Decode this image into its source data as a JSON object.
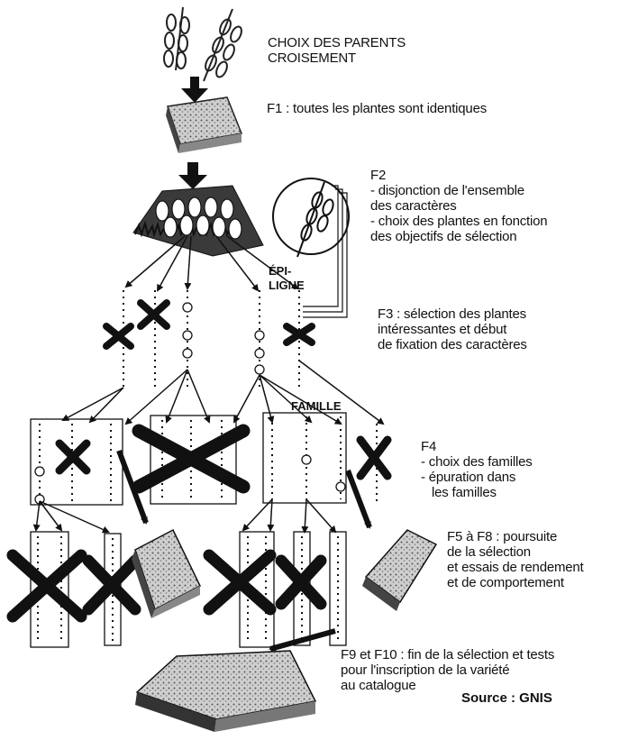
{
  "stages": {
    "parents": {
      "lines": [
        "CHOIX DES PARENTS",
        "CROISEMENT"
      ]
    },
    "f1": {
      "lines": [
        "F1 : toutes les plantes sont identiques"
      ]
    },
    "f2": {
      "lines": [
        "F2",
        "- disjonction de l'ensemble",
        "des caractères",
        "- choix des plantes en fonction",
        "des objectifs de sélection"
      ]
    },
    "f3": {
      "lines": [
        "F3 : sélection des plantes",
        "intéressantes et début",
        "de fixation des caractères"
      ]
    },
    "f4": {
      "lines": [
        "F4",
        "- choix des familles",
        "- épuration dans",
        "les familles"
      ]
    },
    "f5": {
      "lines": [
        "F5 à F8 : poursuite",
        "de la sélection",
        "et essais de rendement",
        "et de comportement"
      ]
    },
    "f9": {
      "lines": [
        "F9 et F10 : fin de la sélection et tests",
        "pour l'inscription de la variété",
        "au catalogue"
      ]
    }
  },
  "labels": {
    "epi_ligne": [
      "ÉPI-",
      "LIGNE"
    ],
    "famille": "FAMILLE"
  },
  "source": "Source : GNIS"
}
